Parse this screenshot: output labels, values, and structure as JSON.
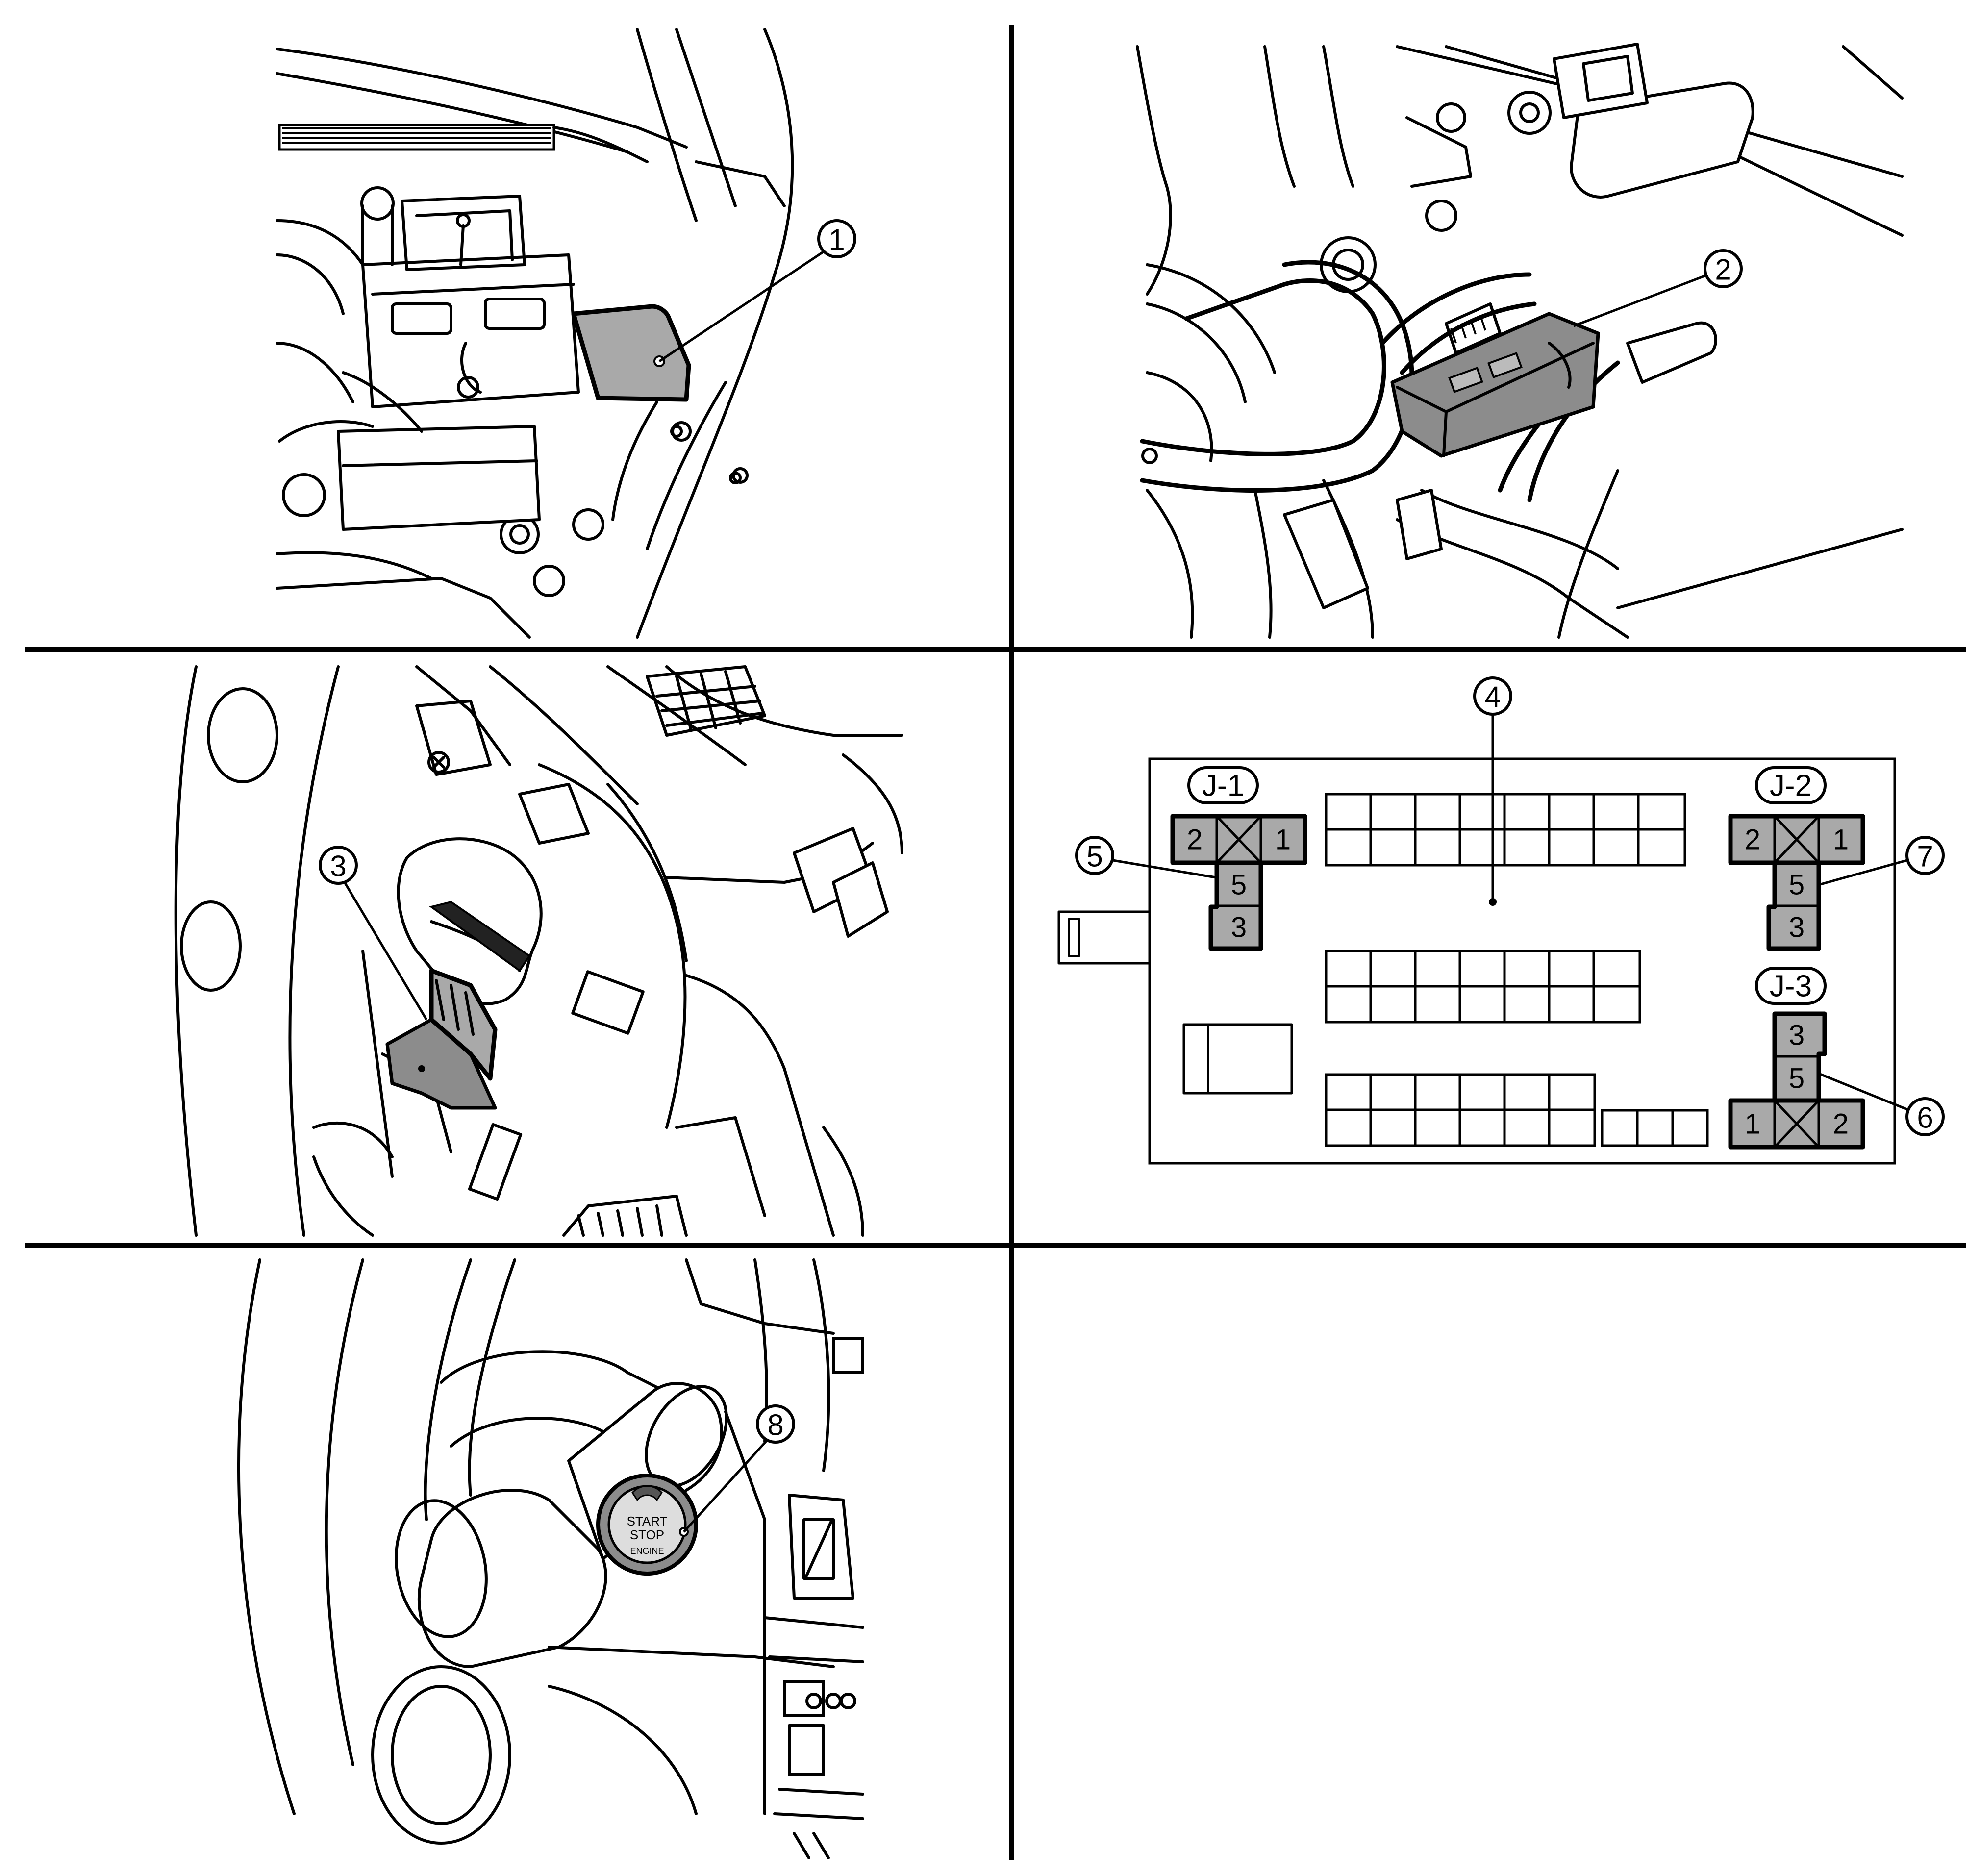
{
  "callouts": {
    "c1": "1",
    "c2": "2",
    "c3": "3",
    "c4": "4",
    "c5": "5",
    "c6": "6",
    "c7": "7",
    "c8": "8"
  },
  "junction_labels": {
    "j1": "J-1",
    "j2": "J-2",
    "j3": "J-3"
  },
  "connector_pins": {
    "j1": {
      "left": "2",
      "right": "1",
      "mid": "5",
      "bottom": "3"
    },
    "j2": {
      "left": "2",
      "right": "1",
      "mid": "5",
      "bottom": "3"
    },
    "j3": {
      "top": "3",
      "mid": "5",
      "left": "1",
      "right": "2"
    }
  },
  "push_button": {
    "line1": "START",
    "line2": "STOP",
    "line3": "ENGINE"
  },
  "colors": {
    "highlight_gray": "#a9a9a9",
    "line": "#000000",
    "background": "#ffffff"
  }
}
